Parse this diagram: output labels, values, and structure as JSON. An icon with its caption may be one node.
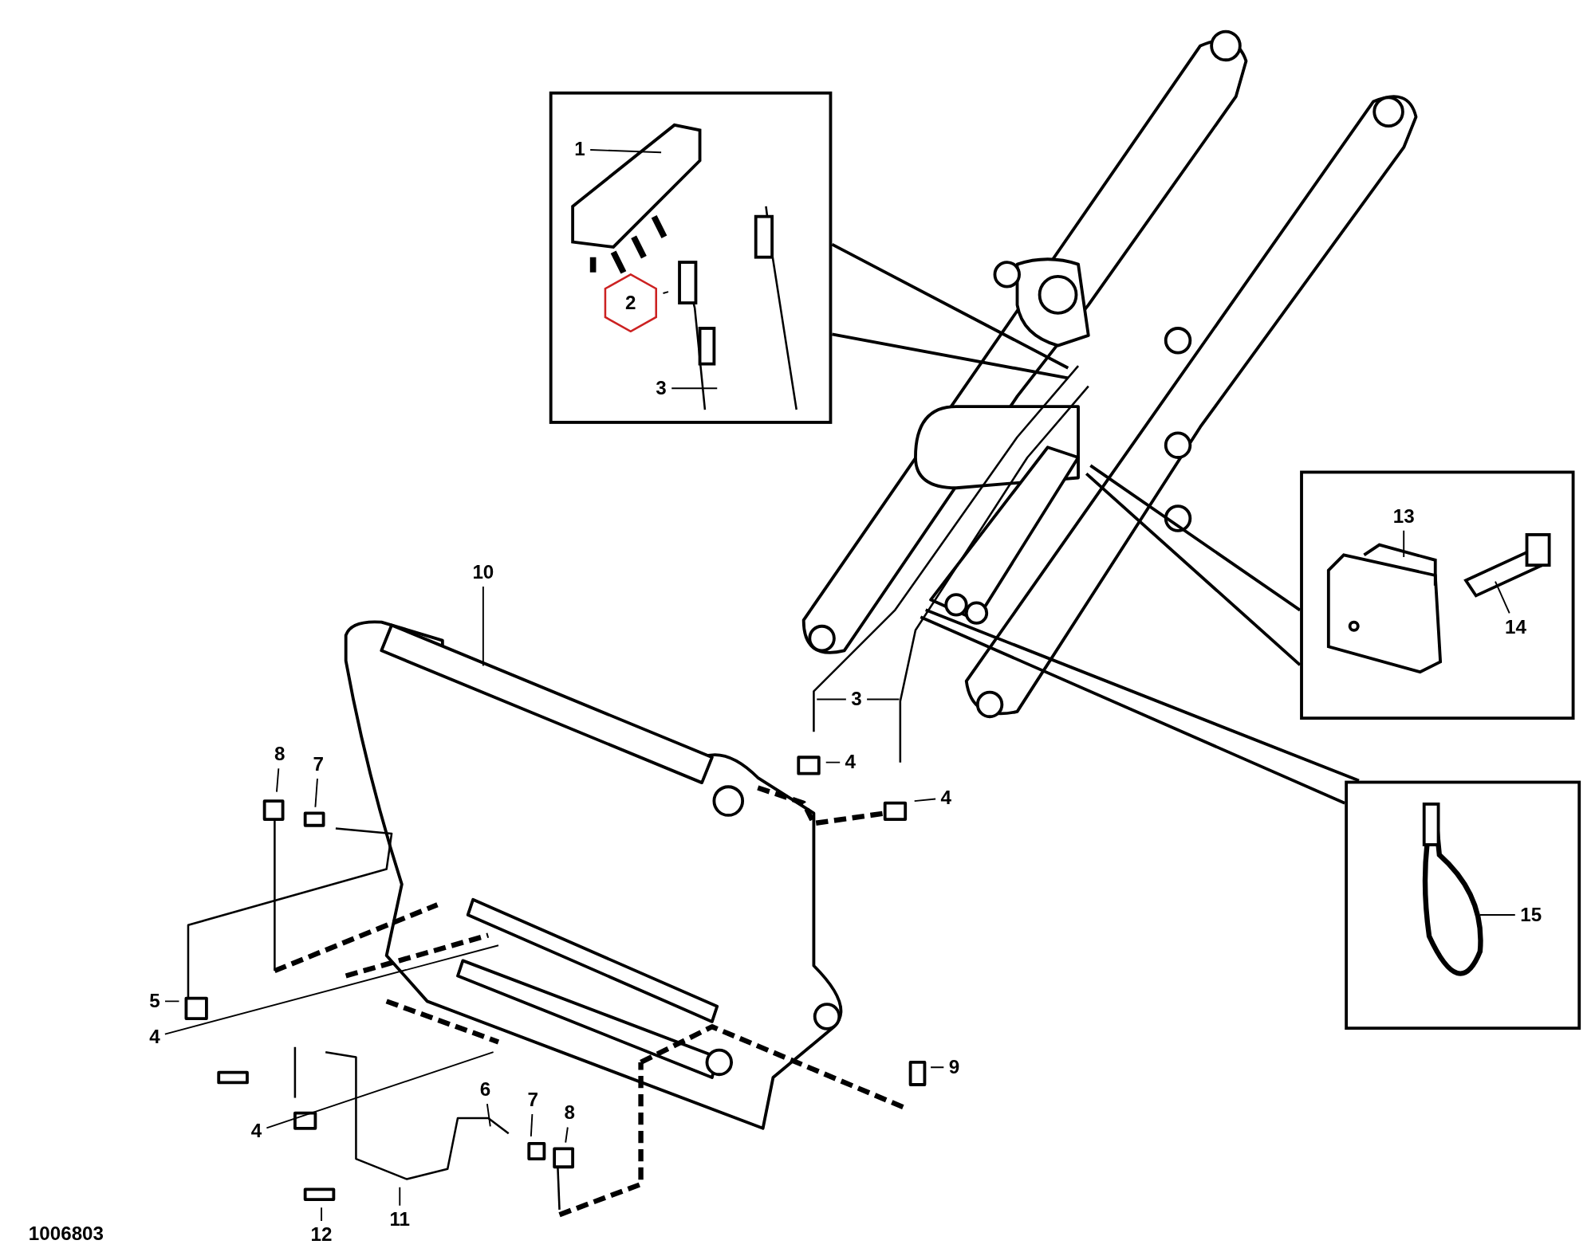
{
  "diagram": {
    "nodes": [
      {
        "text": [],
        "shape": "box"
      },
      {
        "text": [
          "1"
        ],
        "in": 0
      },
      {
        "text": [
          "2"
        ],
        "in": 0
      },
      {
        "text": [
          "3"
        ],
        "in": 0
      },
      {
        "text": [],
        "shape": "box"
      },
      {
        "text": [
          "13"
        ],
        "in": 4
      },
      {
        "text": [
          "14"
        ],
        "in": 4
      },
      {
        "text": [],
        "shape": "box"
      },
      {
        "text": [
          "15"
        ],
        "in": 7
      },
      {
        "text": [
          "10"
        ]
      },
      {
        "text": [
          "3"
        ]
      },
      {
        "text": [
          "4"
        ]
      },
      {
        "text": [
          "4"
        ]
      },
      {
        "text": [
          "8"
        ]
      },
      {
        "text": [
          "7"
        ]
      },
      {
        "text": [
          "5"
        ]
      },
      {
        "text": [
          "4"
        ]
      },
      {
        "text": [
          "4"
        ]
      },
      {
        "text": [
          "6"
        ]
      },
      {
        "text": [
          "7"
        ]
      },
      {
        "text": [
          "8"
        ]
      },
      {
        "text": [
          "9"
        ]
      },
      {
        "text": [
          "11"
        ]
      },
      {
        "text": [
          "12"
        ]
      }
    ],
    "edges": [
      {
        "from": 1,
        "to": null,
        "arrow": "none"
      },
      {
        "from": 2,
        "to": null,
        "arrow": "none"
      },
      {
        "from": 3,
        "to": null,
        "arrow": "none"
      },
      {
        "from": 0,
        "to": null,
        "arrow": "none"
      },
      {
        "from": 0,
        "to": null,
        "arrow": "none"
      },
      {
        "from": 5,
        "to": null,
        "arrow": "none"
      },
      {
        "from": 6,
        "to": null,
        "arrow": "none"
      },
      {
        "from": 4,
        "to": null,
        "arrow": "none"
      },
      {
        "from": 4,
        "to": null,
        "arrow": "none"
      },
      {
        "from": 8,
        "to": null,
        "arrow": "none"
      },
      {
        "from": 7,
        "to": null,
        "arrow": "none"
      },
      {
        "from": 7,
        "to": null,
        "arrow": "none"
      },
      {
        "from": 9,
        "to": null,
        "arrow": "none"
      },
      {
        "from": 10,
        "to": null,
        "arrow": "none"
      },
      {
        "from": 10,
        "to": null,
        "arrow": "none"
      },
      {
        "from": 11,
        "to": null,
        "arrow": "none"
      },
      {
        "from": 12,
        "to": null,
        "arrow": "none"
      },
      {
        "from": 13,
        "to": null,
        "arrow": "none"
      },
      {
        "from": 14,
        "to": null,
        "arrow": "none"
      },
      {
        "from": 15,
        "to": null,
        "arrow": "none"
      },
      {
        "from": 16,
        "to": null,
        "arrow": "none"
      },
      {
        "from": 17,
        "to": null,
        "arrow": "none"
      },
      {
        "from": 18,
        "to": null,
        "arrow": "none"
      },
      {
        "from": 19,
        "to": null,
        "arrow": "none"
      },
      {
        "from": 20,
        "to": null,
        "arrow": "none"
      },
      {
        "from": 21,
        "to": null,
        "arrow": "none"
      },
      {
        "from": 22,
        "to": null,
        "arrow": "none"
      },
      {
        "from": 23,
        "to": null,
        "arrow": "none"
      }
    ],
    "labels": [
      "1006803"
    ]
  }
}
